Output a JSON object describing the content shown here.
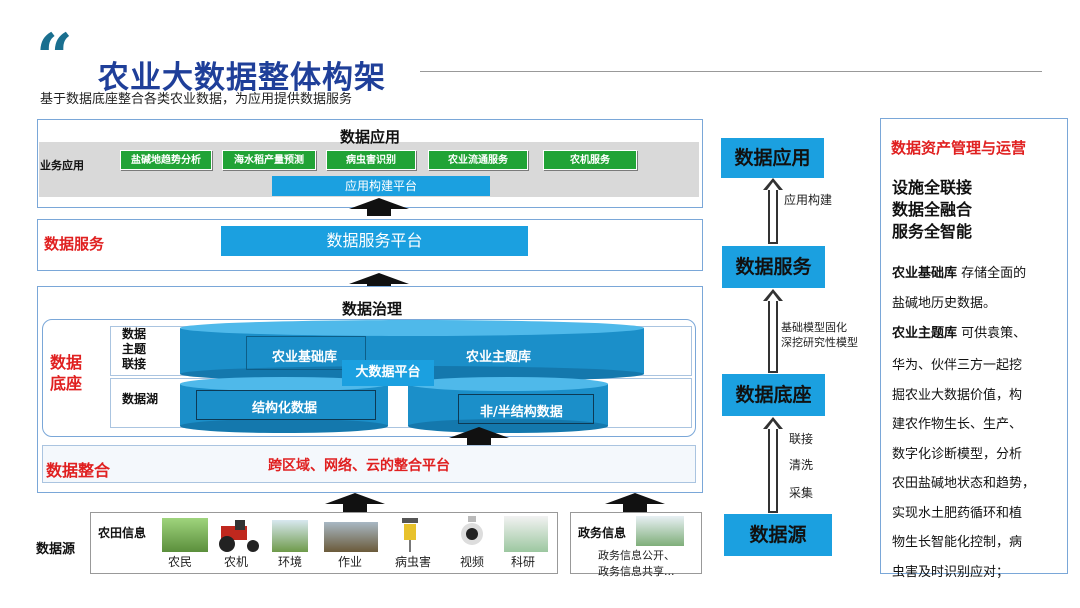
{
  "header": {
    "quote_mark": "“",
    "title": "农业大数据整体构架",
    "subtitle": "基于数据底座整合各类农业数据，为应用提供数据服务"
  },
  "app_layer": {
    "title": "数据应用",
    "row_label": "业务应用",
    "apps": [
      "盐碱地趋势分析",
      "海水稻产量预测",
      "病虫害识别",
      "农业流通服务",
      "农机服务"
    ],
    "platform": "应用构建平台"
  },
  "service_layer": {
    "label": "数据服务",
    "platform": "数据服务平台"
  },
  "governance_layer": {
    "title": "数据治理",
    "base_label": "数据\n底座",
    "theme_label": "数据\n主题\n联接",
    "lake_label": "数据湖",
    "db_basic": "农业基础库",
    "db_theme": "农业主题库",
    "bigdata": "大数据平台",
    "structured": "结构化数据",
    "unstructured": "非/半结构数据",
    "integration_label": "数据整合",
    "integration_platform": "跨区域、网络、云的整合平台"
  },
  "sources": {
    "label": "数据源",
    "farm_title": "农田信息",
    "farm_items": [
      {
        "label": "农民",
        "icon": "farmer-photo-icon"
      },
      {
        "label": "农机",
        "icon": "tractor-icon"
      },
      {
        "label": "环境",
        "icon": "field-photo-icon"
      },
      {
        "label": "作业",
        "icon": "field-work-icon"
      },
      {
        "label": "病虫害",
        "icon": "pest-trap-icon"
      },
      {
        "label": "视频",
        "icon": "camera-icon"
      },
      {
        "label": "科研",
        "icon": "research-photo-icon"
      }
    ],
    "gov_title": "政务信息",
    "gov_line1": "政务信息公开、",
    "gov_line2": "政务信息共享..."
  },
  "flow": {
    "app": "数据应用",
    "service": "数据服务",
    "base": "数据底座",
    "source": "数据源",
    "app_build": "应用构建",
    "model_line1": "基础模型固化",
    "model_line2": "深挖研究性模型",
    "connect": "联接",
    "clean": "清洗",
    "collect": "采集"
  },
  "right_panel": {
    "title": "数据资产管理与运营",
    "point1": "设施全联接",
    "point2": "数据全融合",
    "point3": "服务全智能",
    "basic_lib_title": "农业基础库",
    "basic_lib_line1": "存储全面的",
    "basic_lib_line2": "盐碱地历史数据。",
    "theme_lib_title": "农业主题库",
    "theme_lib_line1": "可供袁策、",
    "body_lines": [
      "华为、伙伴三方一起挖",
      "掘农业大数据价值，构",
      "建农作物生长、生产、",
      "数字化诊断模型，分析",
      "农田盐碱地状态和趋势，",
      "实现水土肥药循环和植",
      "物生长智能化控制，病",
      "虫害及时识别应对；"
    ]
  },
  "colors": {
    "title_blue": "#1f3f99",
    "accent_blue": "#1ba0e0",
    "app_green": "#21a336",
    "label_red": "#e02020"
  }
}
